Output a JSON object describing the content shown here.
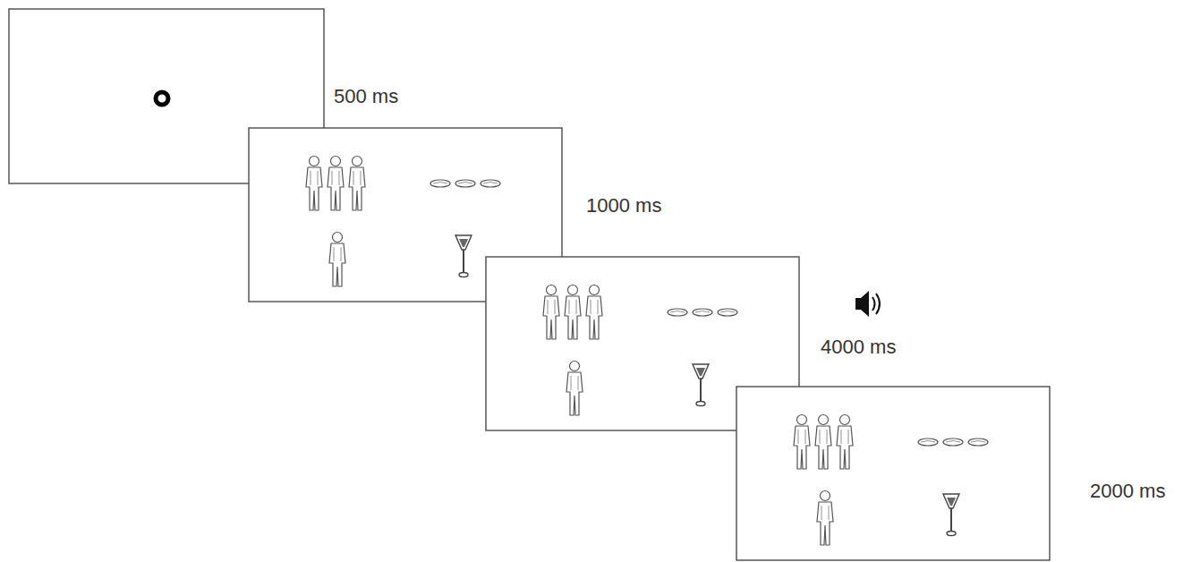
{
  "diagram": {
    "labels": [
      "500 ms",
      "1000 ms",
      "4000 ms",
      "2000 ms"
    ]
  }
}
